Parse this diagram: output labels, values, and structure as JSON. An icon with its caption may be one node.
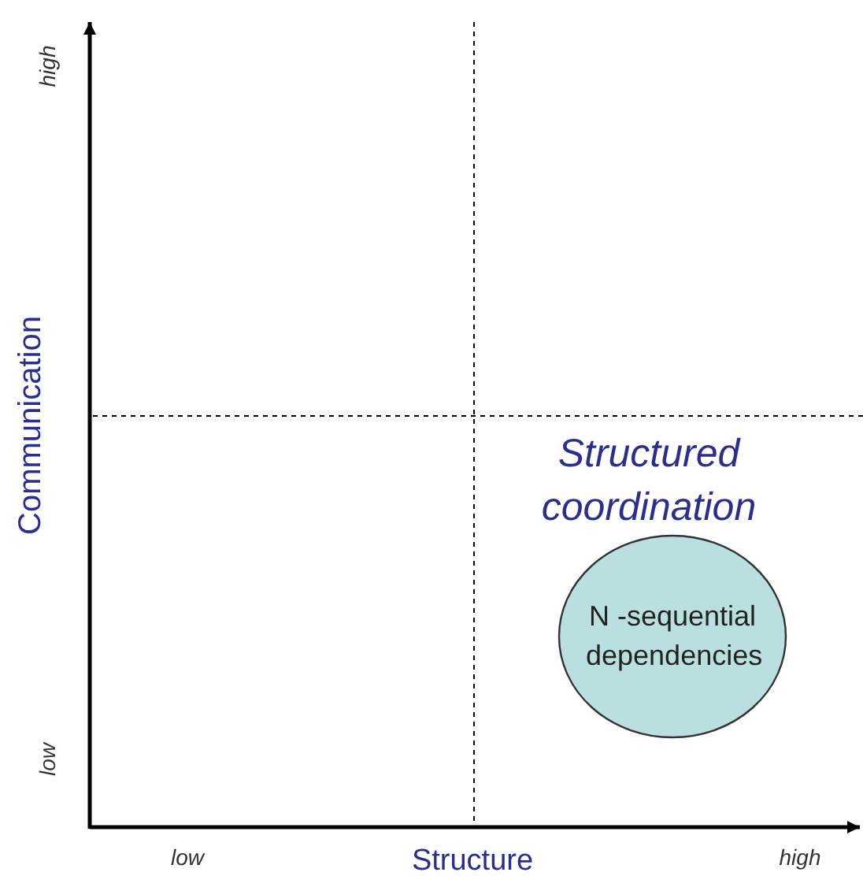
{
  "diagram": {
    "nodes": [
      {
        "text": [
          "N -sequential dependencies"
        ]
      }
    ],
    "edges": [],
    "labels": [
      "high",
      "Communication",
      "Structured coordination",
      "low",
      "low",
      "Structure",
      "high"
    ]
  }
}
